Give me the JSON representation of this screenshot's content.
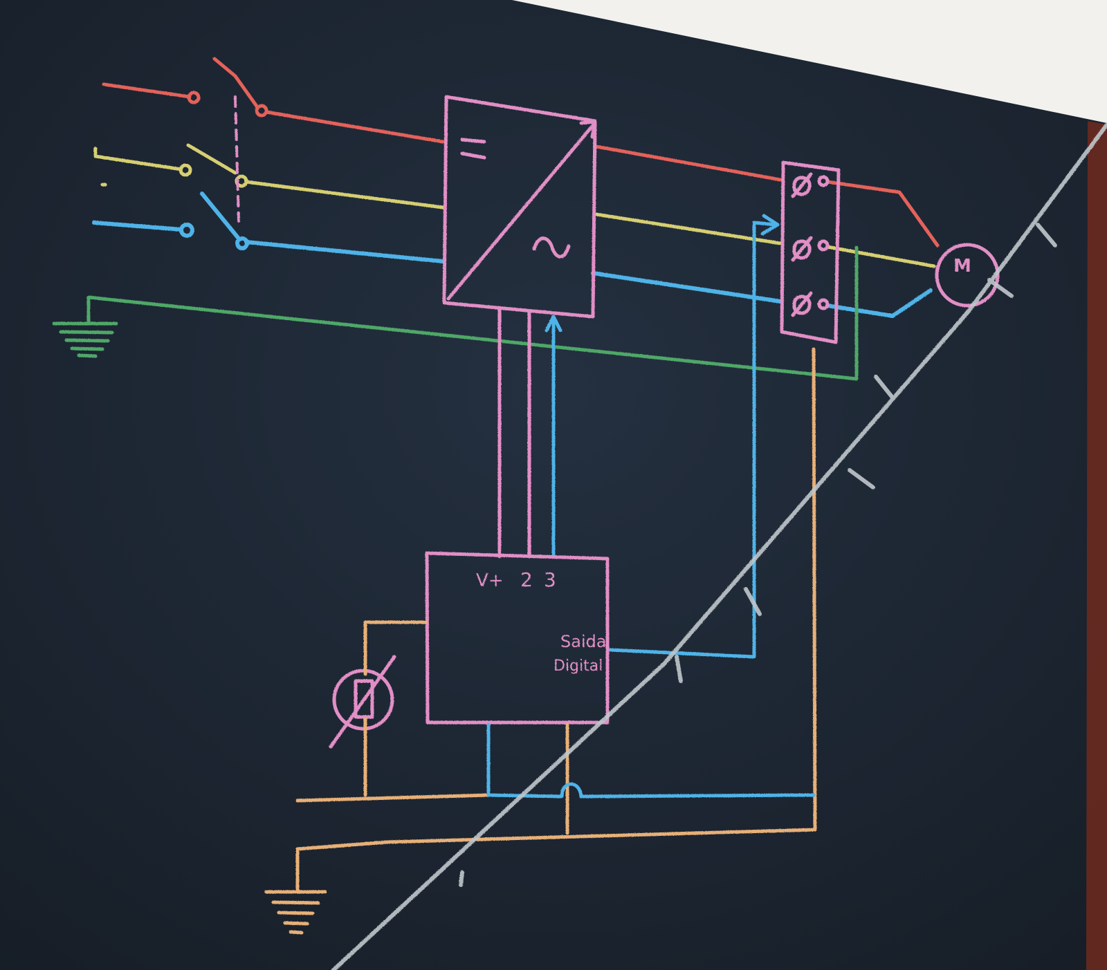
{
  "diagram": {
    "inverter_symbols": {
      "dc": "=",
      "ac": "~"
    },
    "motor_label": "M",
    "controller": {
      "terminals": [
        "V+",
        "2",
        "3"
      ],
      "output_label_line1": "Saida",
      "output_label_line2": "Digital"
    },
    "terminal_block_symbol": "ø"
  },
  "colors": {
    "board": "#1c2530",
    "frame": "#f2f1ee",
    "wood": "#6e2a1f",
    "phase_l1": "#e5625a",
    "phase_l2": "#d6cf72",
    "phase_l3": "#4fb3e8",
    "protective_earth": "#4fa868",
    "component": "#e28fc6",
    "signal": "#e8b078",
    "analog_signal": "#4fb3e8",
    "stray_line": "#c0c8cc"
  }
}
